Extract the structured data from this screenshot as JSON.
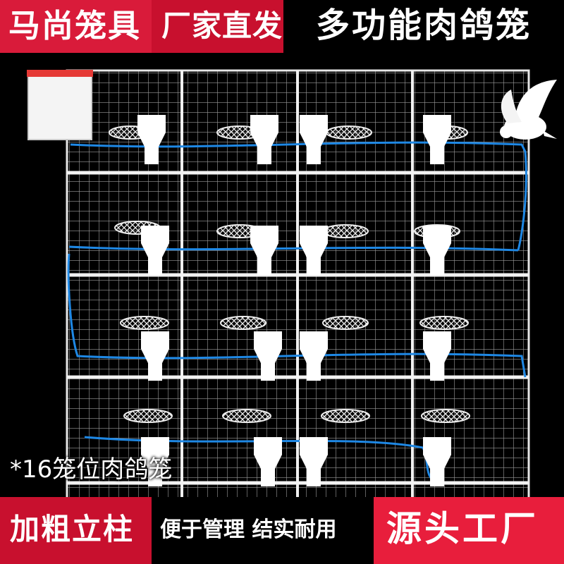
{
  "header": {
    "brand": "马尚笼具",
    "tagline": "厂家直发",
    "title": "多功能肉鸽笼"
  },
  "product": {
    "caption": "*16笼位肉鸽笼"
  },
  "footer": {
    "feature_1": "加粗立柱",
    "feature_2": "便于管理 结实耐用",
    "badge": "源头工厂"
  },
  "colors": {
    "brand_red": "#d91b3a",
    "strip_red": "#c8102e",
    "badge_red": "#e81e3c",
    "background": "#000000",
    "wire": "#d9d9d9",
    "water_pipe": "#1e88e5"
  }
}
